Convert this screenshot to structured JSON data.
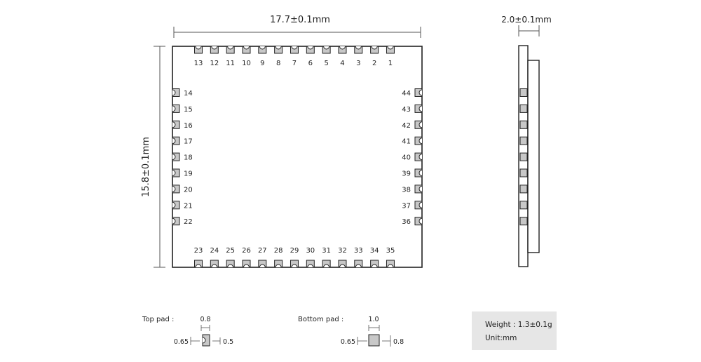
{
  "dimensions": {
    "width": "17.7±0.1mm",
    "height": "15.8±0.1mm",
    "thickness": "2.0±0.1mm"
  },
  "pins": {
    "top": [
      "13",
      "12",
      "11",
      "10",
      "9",
      "8",
      "7",
      "6",
      "5",
      "4",
      "3",
      "2",
      "1"
    ],
    "left": [
      "14",
      "15",
      "16",
      "17",
      "18",
      "19",
      "20",
      "21",
      "22"
    ],
    "right": [
      "44",
      "43",
      "42",
      "41",
      "40",
      "39",
      "38",
      "37",
      "36"
    ],
    "bottom": [
      "23",
      "24",
      "25",
      "26",
      "27",
      "28",
      "29",
      "30",
      "31",
      "32",
      "33",
      "34",
      "35"
    ]
  },
  "top_pad": {
    "title": "Top pad :",
    "width": "0.8",
    "left_dim": "0.65",
    "right_dim": "0.5"
  },
  "bottom_pad": {
    "title": "Bottom pad :",
    "width": "1.0",
    "left_dim": "0.65",
    "right_dim": "0.8"
  },
  "info": {
    "weight": "Weight : 1.3±0.1g",
    "unit": "Unit:mm"
  }
}
